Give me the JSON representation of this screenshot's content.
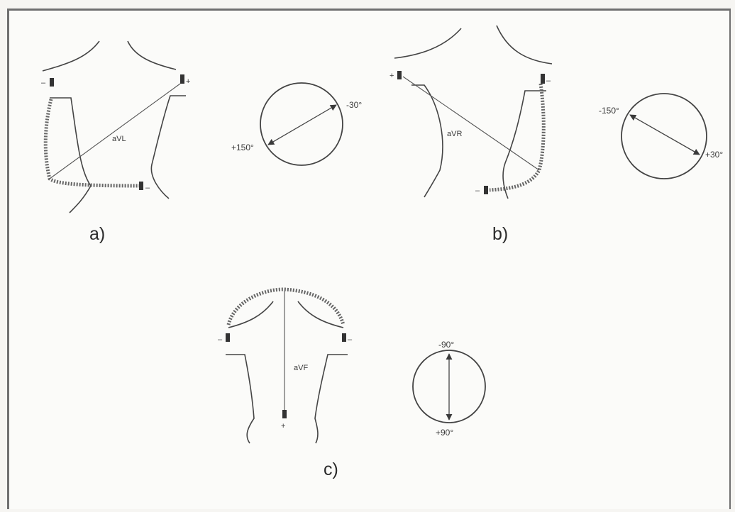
{
  "panels": {
    "a": {
      "label": "a)",
      "lead_name": "aVL",
      "angles": [
        "-30°",
        "+150°"
      ],
      "electrodes": [
        "–",
        "+",
        "–"
      ]
    },
    "b": {
      "label": "b)",
      "lead_name": "aVR",
      "angles": [
        "-150°",
        "+30°"
      ],
      "electrodes": [
        "+",
        "–",
        "–"
      ]
    },
    "c": {
      "label": "c)",
      "lead_name": "aVF",
      "angles": [
        "-90°",
        "+90°"
      ],
      "electrodes": [
        "–",
        "–",
        "+"
      ]
    }
  }
}
